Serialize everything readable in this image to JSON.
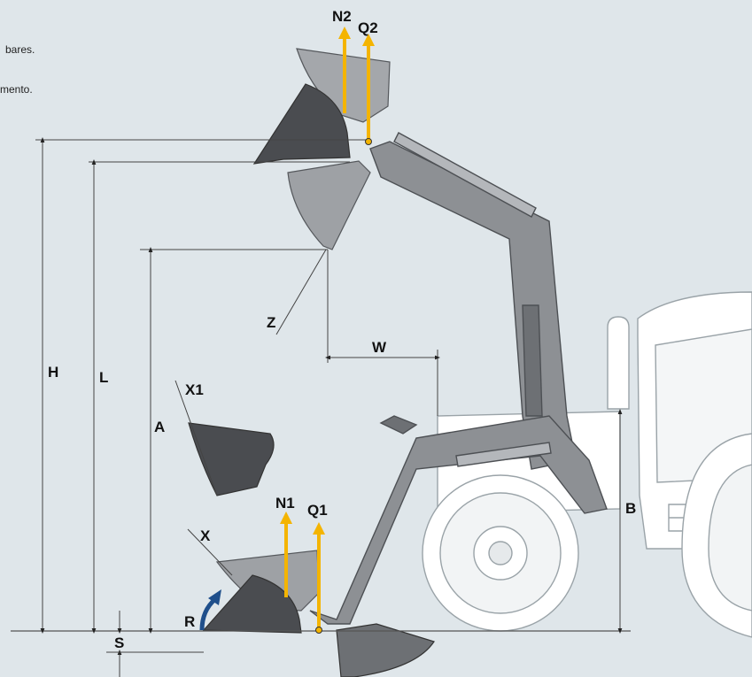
{
  "notes": {
    "line1": "bares.",
    "line2": "mento."
  },
  "dimensions": {
    "H": "H",
    "L": "L",
    "A": "A",
    "B": "B",
    "S": "S",
    "W": "W",
    "Z": "Z",
    "R": "R",
    "X": "X",
    "X1": "X1"
  },
  "forces": {
    "N1": "N1",
    "Q1": "Q1",
    "N2": "N2",
    "Q2": "Q2"
  },
  "colors": {
    "background": "#dfe6ea",
    "arrow_force": "#f4b400",
    "arrow_rotation": "#1f4f8b",
    "loader_arm": "#8d9094",
    "bucket_dark": "#4a4c50",
    "bucket_light": "#9ea1a5",
    "tractor_body": "#ffffff",
    "tire": "#ffffff"
  }
}
